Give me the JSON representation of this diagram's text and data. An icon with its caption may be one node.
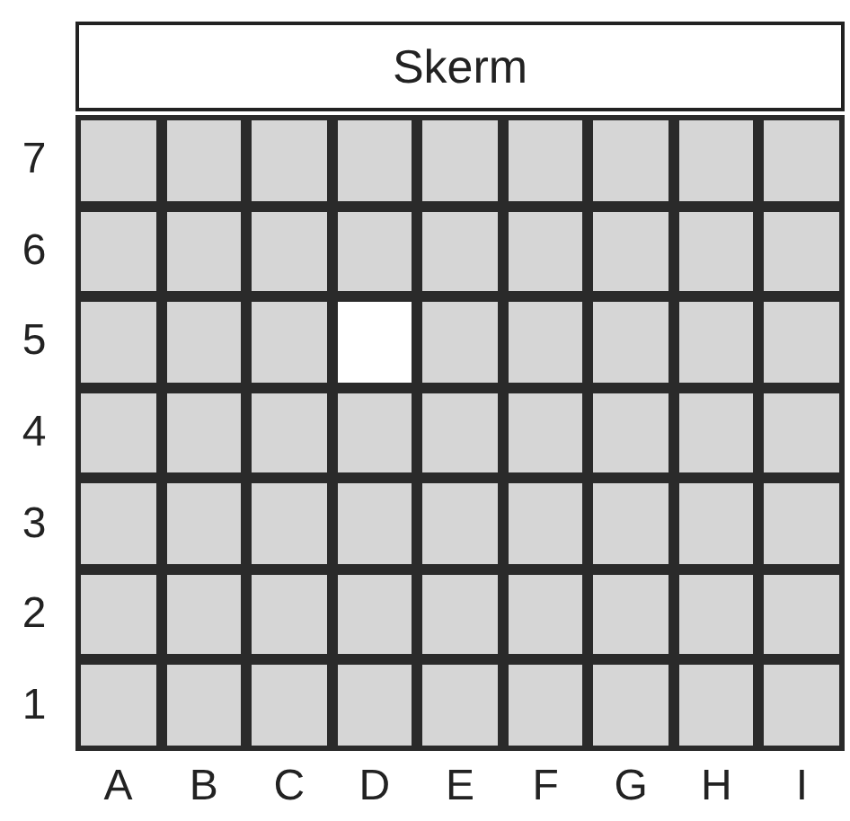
{
  "diagram": {
    "nodes": [
      {
        "text": [
          "Skerm"
        ]
      }
    ],
    "labels": [
      "7",
      "6",
      "5",
      "4",
      "3",
      "2",
      "1",
      "A",
      "B",
      "C",
      "D",
      "E",
      "F",
      "G",
      "H",
      "I"
    ]
  }
}
